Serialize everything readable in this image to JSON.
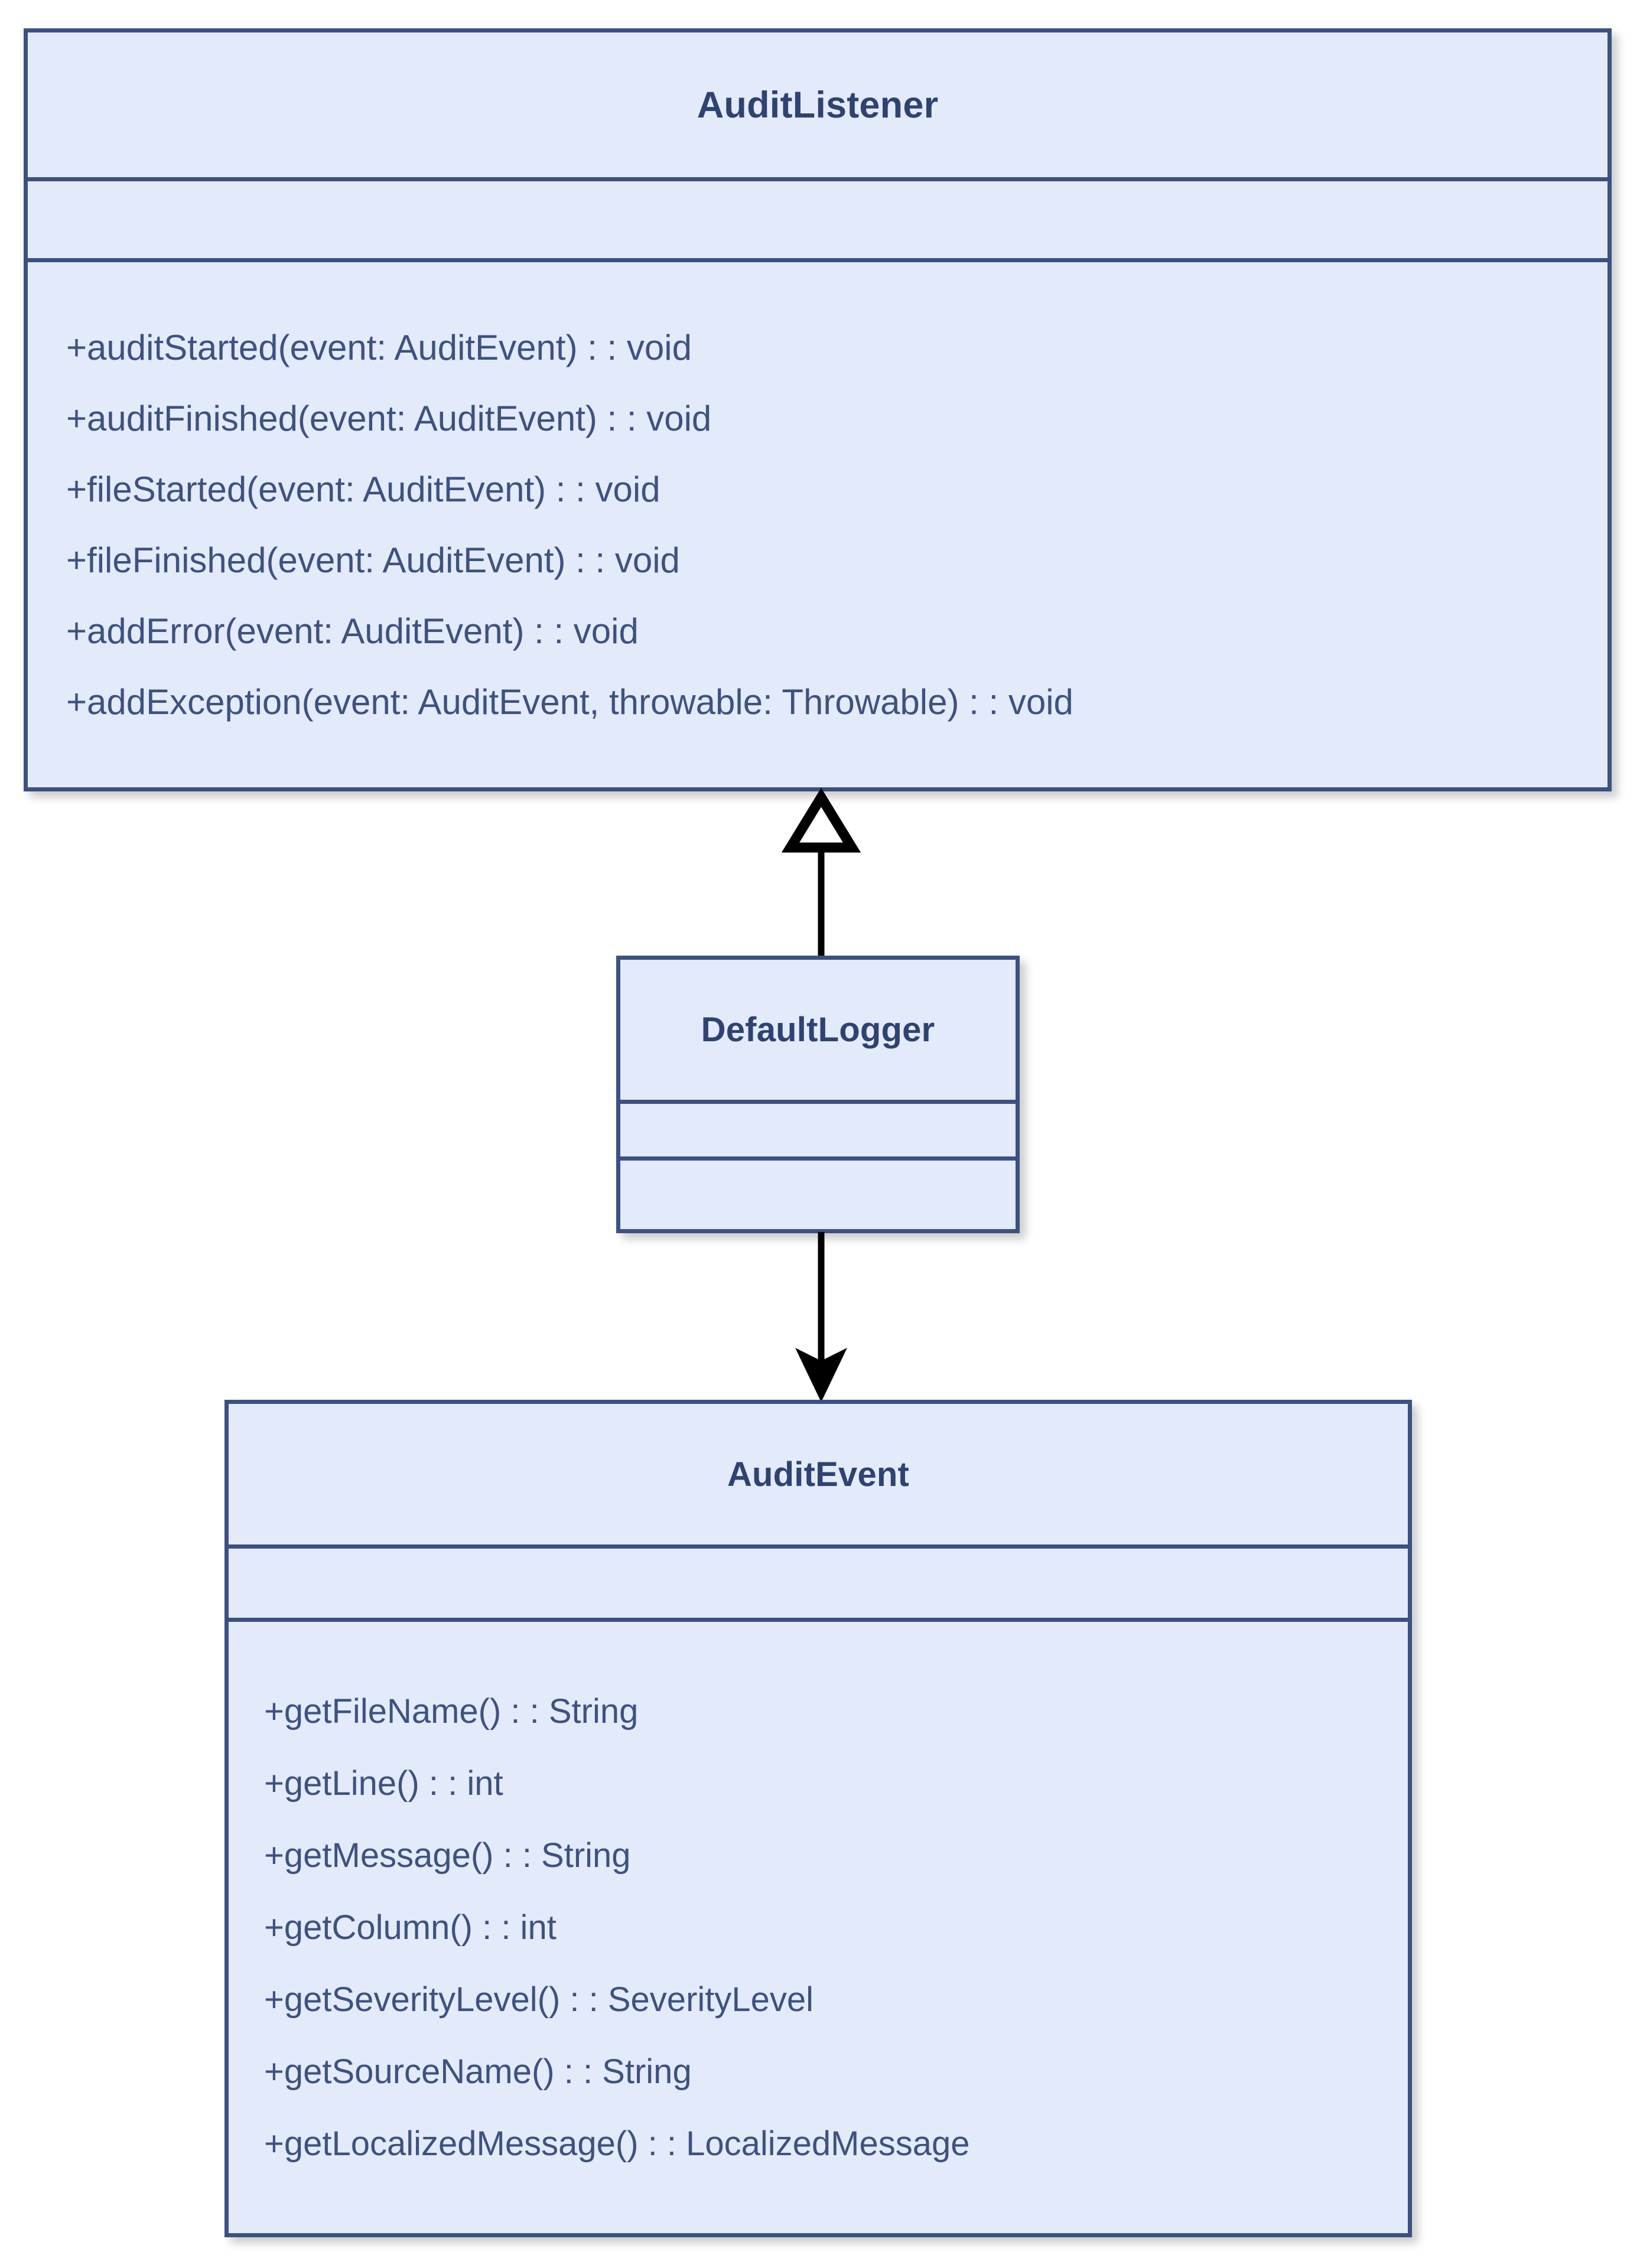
{
  "diagram": {
    "type": "uml-class-diagram",
    "colors": {
      "box_fill": "#e3eaf9",
      "box_border": "#3c5182",
      "title_text": "#2f4372",
      "member_text": "#3e5280",
      "connector": "#000000",
      "background": "#ffffff"
    },
    "classes": [
      {
        "id": "audit-listener",
        "name": "AuditListener",
        "attributes": [],
        "methods": [
          "+auditStarted(event: AuditEvent) : : void",
          "+auditFinished(event: AuditEvent) : : void",
          "+fileStarted(event: AuditEvent) : : void",
          "+fileFinished(event: AuditEvent) : : void",
          "+addError(event: AuditEvent) : : void",
          "+addException(event: AuditEvent, throwable: Throwable) : : void"
        ]
      },
      {
        "id": "default-logger",
        "name": "DefaultLogger",
        "attributes": [],
        "methods": []
      },
      {
        "id": "audit-event",
        "name": "AuditEvent",
        "attributes": [],
        "methods": [
          "+getFileName() : : String",
          "+getLine() : : int",
          "+getMessage() : : String",
          "+getColumn() : : int",
          "+getSeverityLevel() : : SeverityLevel",
          "+getSourceName() : : String",
          "+getLocalizedMessage() : : LocalizedMessage"
        ]
      }
    ],
    "connectors": [
      {
        "id": "generalization",
        "from": "default-logger",
        "to": "audit-listener",
        "arrow": "hollow-triangle",
        "direction": "up",
        "line": "solid"
      },
      {
        "id": "dependency",
        "from": "default-logger",
        "to": "audit-event",
        "arrow": "solid-filled",
        "direction": "down",
        "line": "solid"
      }
    ]
  }
}
